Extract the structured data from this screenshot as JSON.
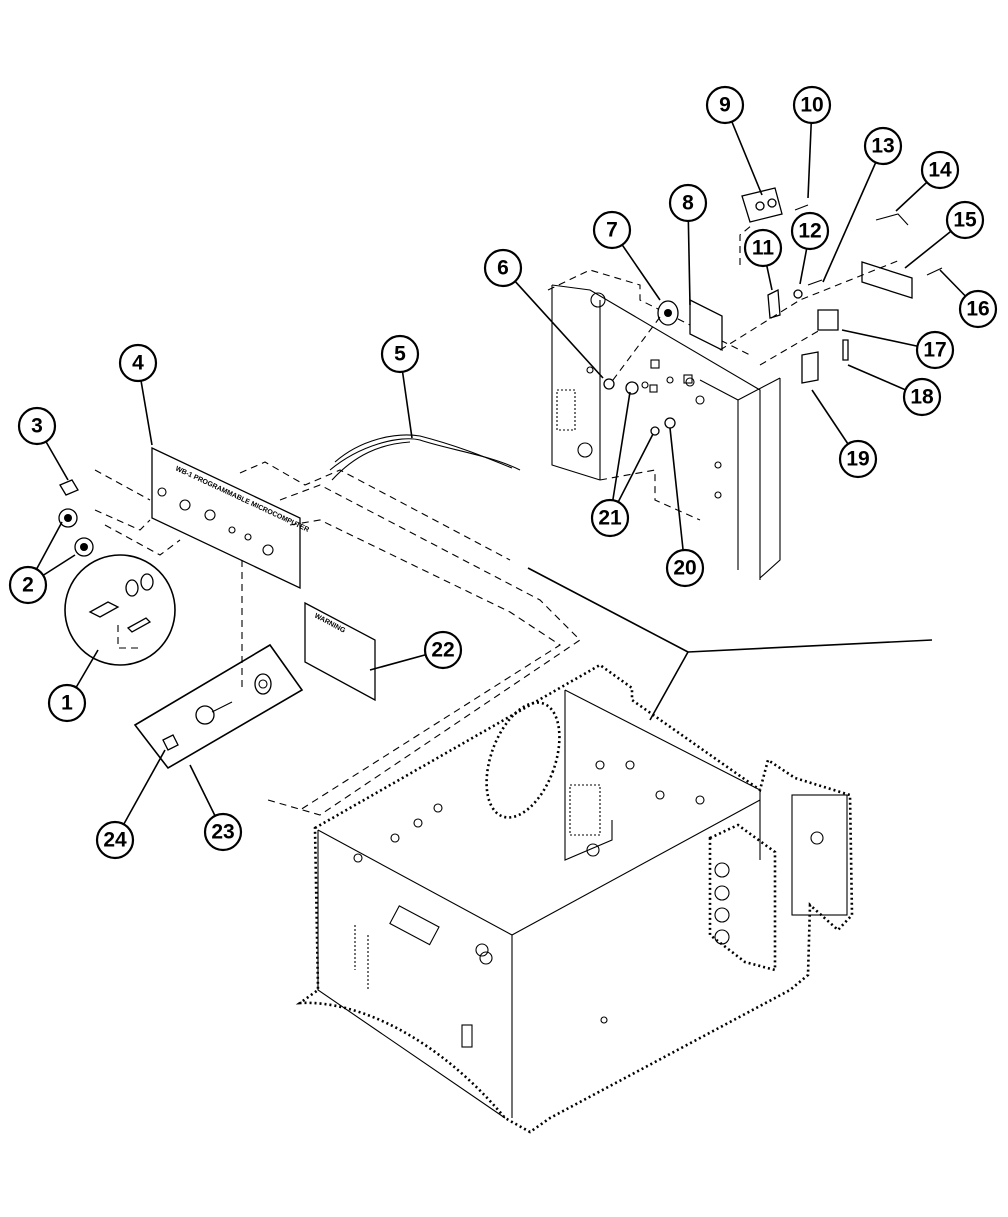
{
  "callouts": [
    {
      "label": "1"
    },
    {
      "label": "2"
    },
    {
      "label": "3"
    },
    {
      "label": "4"
    },
    {
      "label": "5"
    },
    {
      "label": "6"
    },
    {
      "label": "7"
    },
    {
      "label": "8"
    },
    {
      "label": "9"
    },
    {
      "label": "10"
    },
    {
      "label": "11"
    },
    {
      "label": "12"
    },
    {
      "label": "13"
    },
    {
      "label": "14"
    },
    {
      "label": "15"
    },
    {
      "label": "16"
    },
    {
      "label": "17"
    },
    {
      "label": "18"
    },
    {
      "label": "19"
    },
    {
      "label": "20"
    },
    {
      "label": "21"
    },
    {
      "label": "22"
    },
    {
      "label": "23"
    },
    {
      "label": "24"
    }
  ],
  "panel_text": "WB-1 PROGRAMMABLE MICROCOMPUTER",
  "warning_text": "WARNING"
}
